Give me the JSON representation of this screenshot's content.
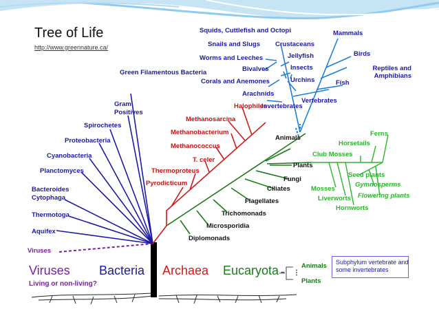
{
  "diagram": {
    "title": "Tree of Life",
    "url": "http://www.greennature.ca/",
    "bacteria": [
      "Green Filamentous Bacteria",
      "Gram Positives",
      "Spirochetes",
      "Proteobacteria",
      "Cyanobacteria",
      "Planctomyces",
      "Bacteroides Cytophaga",
      "Thermotoga",
      "Aquifex"
    ],
    "archaea": [
      "Halophiles",
      "Methanosarcina",
      "Methanobacterium",
      "Methanococcus",
      "T. celer",
      "Thermoproteus",
      "Pyrodicticum"
    ],
    "eucarya": [
      "Animals",
      "Plants",
      "Fungi",
      "Ciliates",
      "Flagellates",
      "Trichomonads",
      "Microsporidia",
      "Diplomonads"
    ],
    "animals": [
      "Squids, Cuttlefish and Octopi",
      "Snails and Slugs",
      "Crustaceans",
      "Worms and Leeches",
      "Jellyfish",
      "Bivalves",
      "Insects",
      "Corals and Anemones",
      "Urchins",
      "Arachnids",
      "Invertebrates",
      "Vertebrates",
      "Mammals",
      "Birds",
      "Reptiles and Amphibians",
      "Fish"
    ],
    "plants": [
      "Ferns",
      "Horsetails",
      "Club Mosses",
      "Seed plants",
      "Gymnosperms",
      "Mosses",
      "Flowering plants",
      "Liverworts",
      "Hornworts"
    ],
    "viruses_label": "Viruses",
    "domains": [
      "Viruses",
      "Bacteria",
      "Archaea",
      "Eucaryota"
    ],
    "question": "Living or non-living?",
    "legend": [
      "Animals",
      "Plants"
    ],
    "legend_note": "Subphylum vertebrate and some invertebrates",
    "legend_dots": "⋮",
    "legend_dash": "–"
  }
}
